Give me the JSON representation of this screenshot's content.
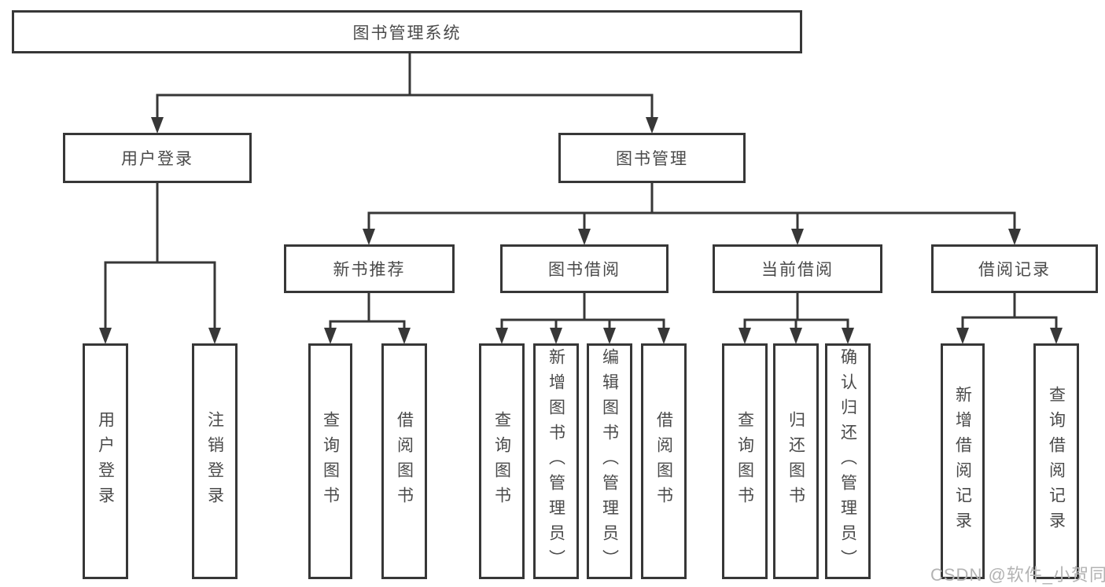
{
  "diagram": {
    "type": "feature-tree",
    "colors": {
      "line": "#373737",
      "box_border": "#373737",
      "box_fill": "#ffffff",
      "text": "#4a4a4a",
      "watermark": "#b3b3b3",
      "background": "#ffffff"
    },
    "tree": {
      "label": "图书管理系统",
      "children": [
        {
          "label": "用户登录",
          "children": [
            {
              "label": "用户登录"
            },
            {
              "label": "注销登录"
            }
          ]
        },
        {
          "label": "图书管理",
          "children": [
            {
              "label": "新书推荐",
              "children": [
                {
                  "label": "查询图书"
                },
                {
                  "label": "借阅图书"
                }
              ]
            },
            {
              "label": "图书借阅",
              "children": [
                {
                  "label": "查询图书"
                },
                {
                  "label": "新增图书（管理员）"
                },
                {
                  "label": "编辑图书（管理员）"
                },
                {
                  "label": "借阅图书"
                }
              ]
            },
            {
              "label": "当前借阅",
              "children": [
                {
                  "label": "查询图书"
                },
                {
                  "label": "归还图书"
                },
                {
                  "label": "确认归还（管理员）"
                }
              ]
            },
            {
              "label": "借阅记录",
              "children": [
                {
                  "label": "新增借阅记录"
                },
                {
                  "label": "查询借阅记录"
                }
              ]
            }
          ]
        }
      ]
    },
    "watermark": "CSDN @软件_小贺同学"
  }
}
